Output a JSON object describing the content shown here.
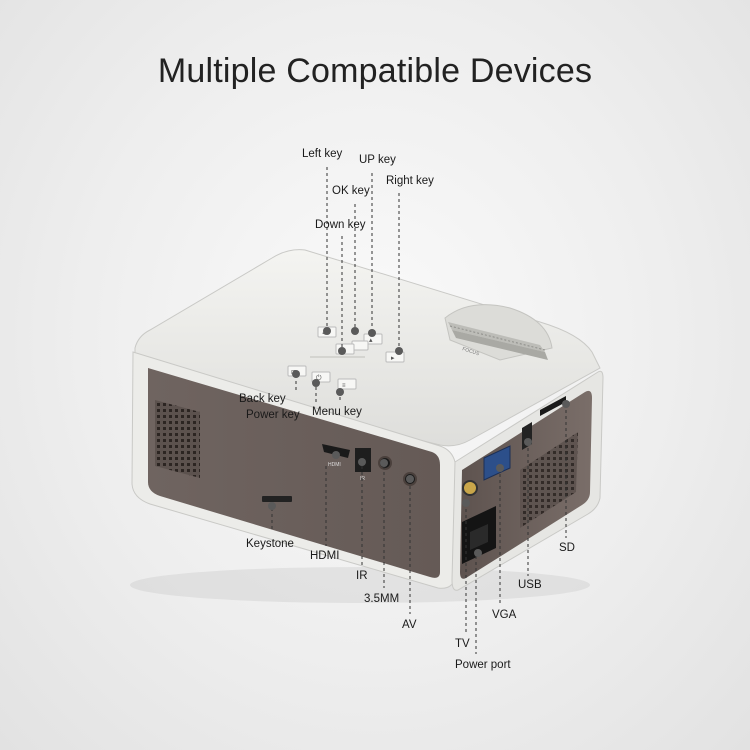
{
  "title": "Multiple Compatible Devices",
  "callouts": {
    "left_key": "Left key",
    "up_key": "UP key",
    "ok_key": "OK key",
    "right_key": "Right key",
    "down_key": "Down key",
    "back_key": "Back key",
    "power_key": "Power  key",
    "menu_key": "Menu key",
    "keystone": "Keystone",
    "hdmi": "HDMI",
    "ir": "IR",
    "audio": "3.5MM",
    "av": "AV",
    "tv": "TV",
    "vga": "VGA",
    "usb": "USB",
    "sd": "SD",
    "power_port": "Power port"
  },
  "device_print": {
    "hdmi_tag": "HDMI",
    "ir_tag": "IR",
    "focus_tag": "FOCUS"
  },
  "colors": {
    "body_white": "#e9e9e6",
    "panel_brown": "#6b5f5a",
    "leader_line": "#333333",
    "dot": "#5a5a5a"
  }
}
